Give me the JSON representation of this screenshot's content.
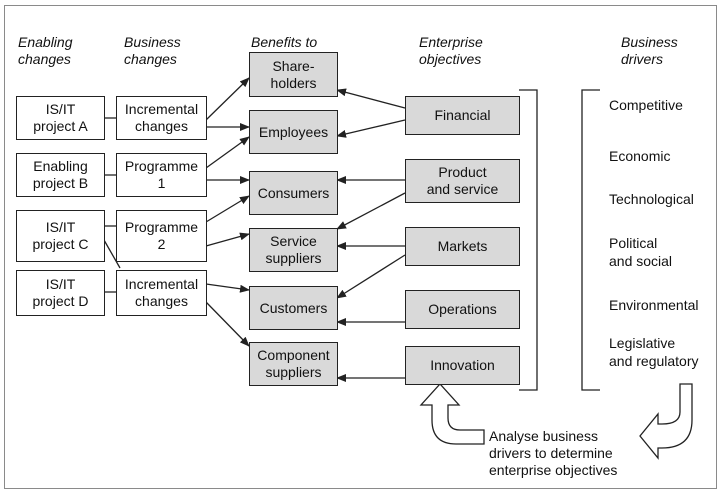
{
  "headers": {
    "enabling_changes": "Enabling\nchanges",
    "business_changes": "Business\nchanges",
    "benefits_to": "Benefits to",
    "enterprise_objectives": "Enterprise\nobjectives",
    "business_drivers": "Business\ndrivers"
  },
  "enabling_changes": [
    "IS/IT\nproject A",
    "Enabling\nproject B",
    "IS/IT\nproject C",
    "IS/IT\nproject D"
  ],
  "business_changes": [
    "Incremental\nchanges",
    "Programme\n1",
    "Programme\n2",
    "Incremental\nchanges"
  ],
  "benefits": [
    "Share-\nholders",
    "Employees",
    "Consumers",
    "Service\nsuppliers",
    "Customers",
    "Component\nsuppliers"
  ],
  "objectives": [
    "Financial",
    "Product\nand service",
    "Markets",
    "Operations",
    "Innovation"
  ],
  "drivers": [
    "Competitive",
    "Economic",
    "Technological",
    "Political\nand social",
    "Environmental",
    "Legislative\nand regulatory"
  ],
  "analyse_note": "Analyse business\ndrivers to determine\nenterprise objectives",
  "colors": {
    "objective_fill": "#d9d9d9",
    "benefit_fill": "#d9d9d9",
    "line": "#222222"
  }
}
